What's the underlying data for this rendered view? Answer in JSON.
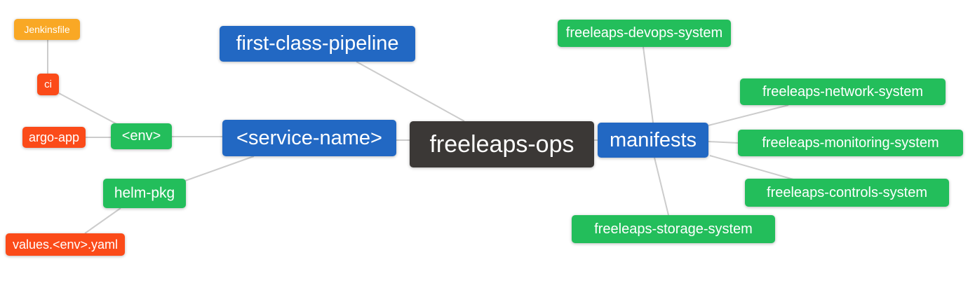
{
  "diagram": {
    "type": "mind-map",
    "root": "freeleaps-ops",
    "background": "#ffffff"
  },
  "colors": {
    "amber": "#F9A825",
    "red": "#FB4B19",
    "green": "#23BE5B",
    "blue": "#2268C3",
    "dark": "#3B3836",
    "edge": "#cccccc",
    "node_text": "#ffffff"
  },
  "nodes": {
    "jenkinsfile": {
      "label": "Jenkinsfile",
      "color": "#F9A825"
    },
    "ci": {
      "label": "ci",
      "color": "#FB4B19"
    },
    "argo_app": {
      "label": "argo-app",
      "color": "#FB4B19"
    },
    "env": {
      "label": "<env>",
      "color": "#23BE5B"
    },
    "helm_pkg": {
      "label": "helm-pkg",
      "color": "#23BE5B"
    },
    "values_env_yaml": {
      "label": "values.<env>.yaml",
      "color": "#FB4B19"
    },
    "service_name": {
      "label": "<service-name>",
      "color": "#2268C3"
    },
    "first_class_pipeline": {
      "label": "first-class-pipeline",
      "color": "#2268C3"
    },
    "freeleaps_ops": {
      "label": "freeleaps-ops",
      "color": "#3B3836"
    },
    "manifests": {
      "label": "manifests",
      "color": "#2268C3"
    },
    "devops_system": {
      "label": "freeleaps-devops-system",
      "color": "#23BE5B"
    },
    "network_system": {
      "label": "freeleaps-network-system",
      "color": "#23BE5B"
    },
    "monitoring_system": {
      "label": "freeleaps-monitoring-system",
      "color": "#23BE5B"
    },
    "controls_system": {
      "label": "freeleaps-controls-system",
      "color": "#23BE5B"
    },
    "storage_system": {
      "label": "freeleaps-storage-system",
      "color": "#23BE5B"
    }
  },
  "edges": [
    {
      "from": "jenkinsfile",
      "to": "ci"
    },
    {
      "from": "ci",
      "to": "env"
    },
    {
      "from": "argo_app",
      "to": "env"
    },
    {
      "from": "env",
      "to": "service_name"
    },
    {
      "from": "helm_pkg",
      "to": "service_name"
    },
    {
      "from": "values_env_yaml",
      "to": "helm_pkg"
    },
    {
      "from": "first_class_pipeline",
      "to": "freeleaps_ops"
    },
    {
      "from": "service_name",
      "to": "freeleaps_ops"
    },
    {
      "from": "freeleaps_ops",
      "to": "manifests"
    },
    {
      "from": "devops_system",
      "to": "manifests"
    },
    {
      "from": "network_system",
      "to": "manifests"
    },
    {
      "from": "monitoring_system",
      "to": "manifests"
    },
    {
      "from": "controls_system",
      "to": "manifests"
    },
    {
      "from": "storage_system",
      "to": "manifests"
    }
  ]
}
